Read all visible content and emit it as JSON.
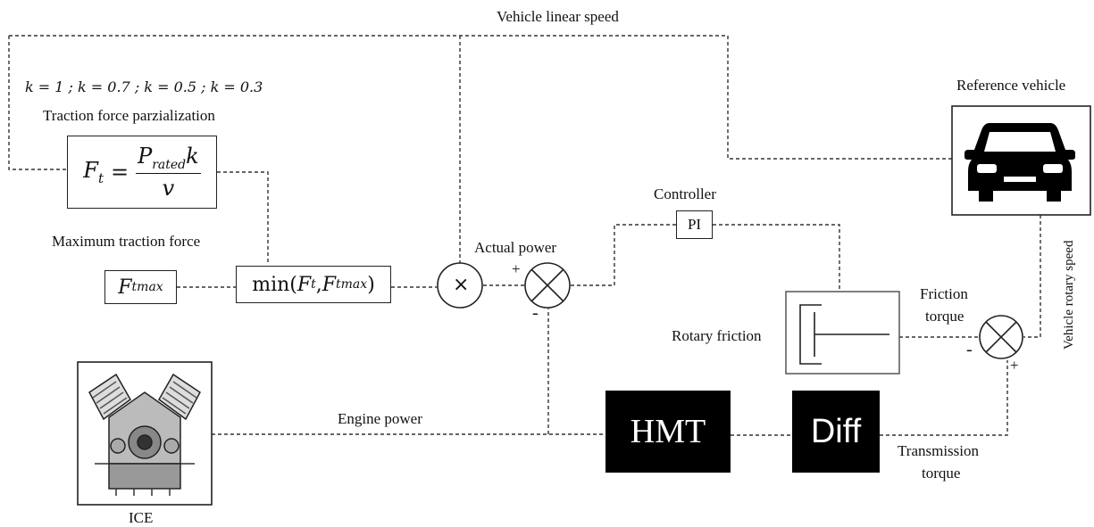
{
  "labels": {
    "vehicle_linear_speed": "Vehicle linear speed",
    "k_values": "k = 1 ; k = 0.7 ; k = 0.5 ; k = 0.3",
    "traction_parz": "Traction force parzialization",
    "max_traction": "Maximum traction force",
    "actual_power": "Actual power",
    "controller": "Controller",
    "pi": "PI",
    "reference_vehicle": "Reference vehicle",
    "vehicle_rotary_speed": "Vehicle rotary speed",
    "friction_torque_1": "Friction",
    "friction_torque_2": "torque",
    "rotary_friction": "Rotary friction",
    "engine_power": "Engine power",
    "ice": "ICE",
    "transmission_torque_1": "Transmission",
    "transmission_torque_2": "torque"
  },
  "blocks": {
    "hmt": "HMT",
    "diff": "Diff"
  },
  "formulas": {
    "ft_lhs": "F",
    "ft_sub": "t",
    "ft_eq": "=",
    "ft_num_p": "P",
    "ft_num_sub": "rated",
    "ft_num_k": "k",
    "ft_den": "v",
    "ftmax_f": "F",
    "ftmax_sub": "tmax",
    "min_text": "min(",
    "min_ft": "F",
    "min_ft_sub": "t",
    "min_comma": ", ",
    "min_ftmax": "F",
    "min_ftmax_sub": "tmax",
    "min_close": ")"
  },
  "signs": {
    "mult": "×",
    "plus_a": "+",
    "minus_a": "-",
    "minus_b": "-",
    "plus_b": "+"
  }
}
